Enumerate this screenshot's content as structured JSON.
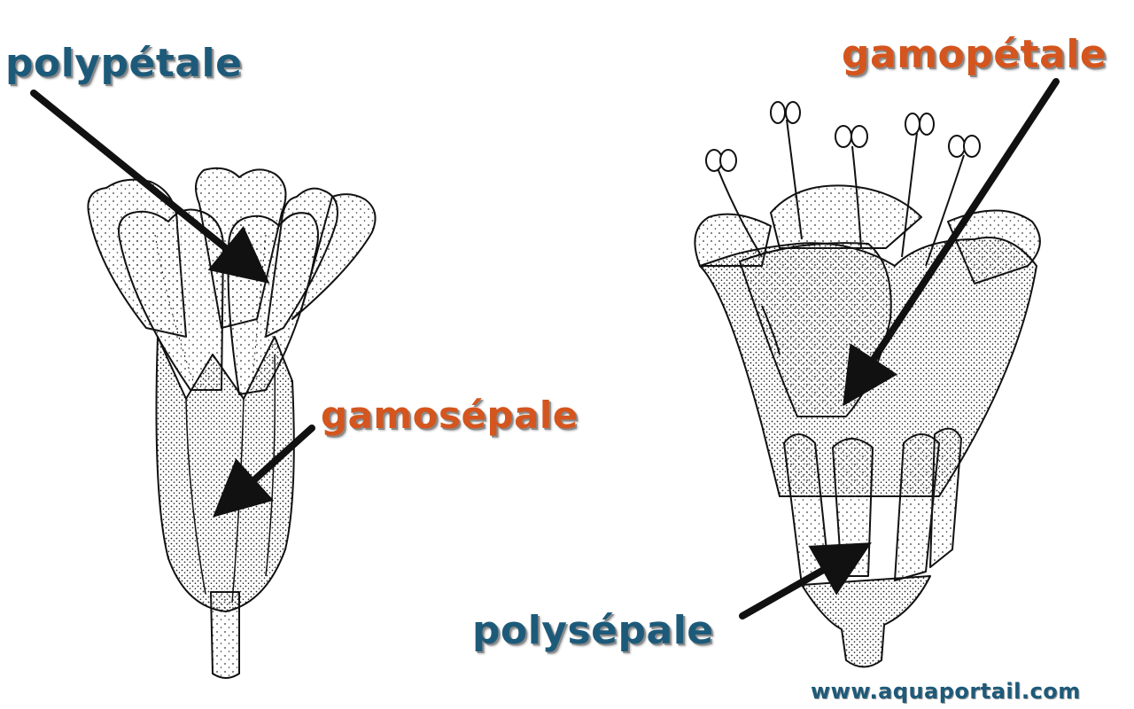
{
  "labels": {
    "polypetale": "polypétale",
    "gamopetale": "gamopétale",
    "gamosepale": "gamosépale",
    "polysepale": "polysépale"
  },
  "watermark": "www.aquaportail.com",
  "colors": {
    "label_blue": "#1d5a7a",
    "label_orange": "#d4551e",
    "line_art": "#111111",
    "arrow": "#111111",
    "background": "#ffffff"
  }
}
